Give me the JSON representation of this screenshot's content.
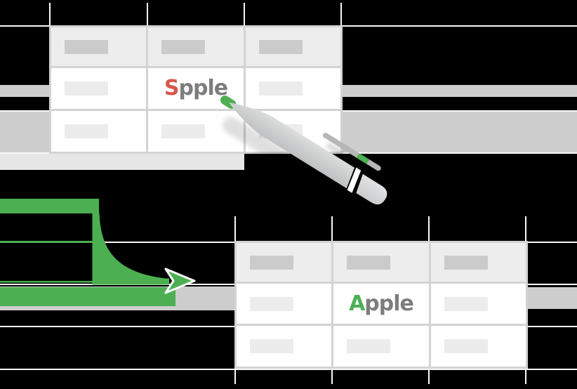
{
  "canvas": {
    "background_color": "#000000",
    "gridline_color": "#f8f8f8",
    "band_gray": "#cdcdcd",
    "band_light_gray": "#e6e6e6"
  },
  "tables": {
    "text_color": "#7d7d7d",
    "header_fill": "#ededed",
    "header_bar_color": "#cbcbcb",
    "row_bar_color": "#ececec",
    "grid_color": "#d3d3d3",
    "source": {
      "typo_first_letter": "S",
      "typo_rest": "pple",
      "first_letter_color": "#d7564a"
    },
    "result": {
      "corrected_first_letter": "A",
      "corrected_rest": "pple",
      "first_letter_color": "#4cb052"
    }
  },
  "graphics": {
    "pen_icon": "ballpoint-pen",
    "arrow_icon": "curved-right-arrow",
    "accent_green": "#4cb052",
    "pen_body_gray": "#c9cacb",
    "pen_clip_gray": "#b4b6b7"
  }
}
